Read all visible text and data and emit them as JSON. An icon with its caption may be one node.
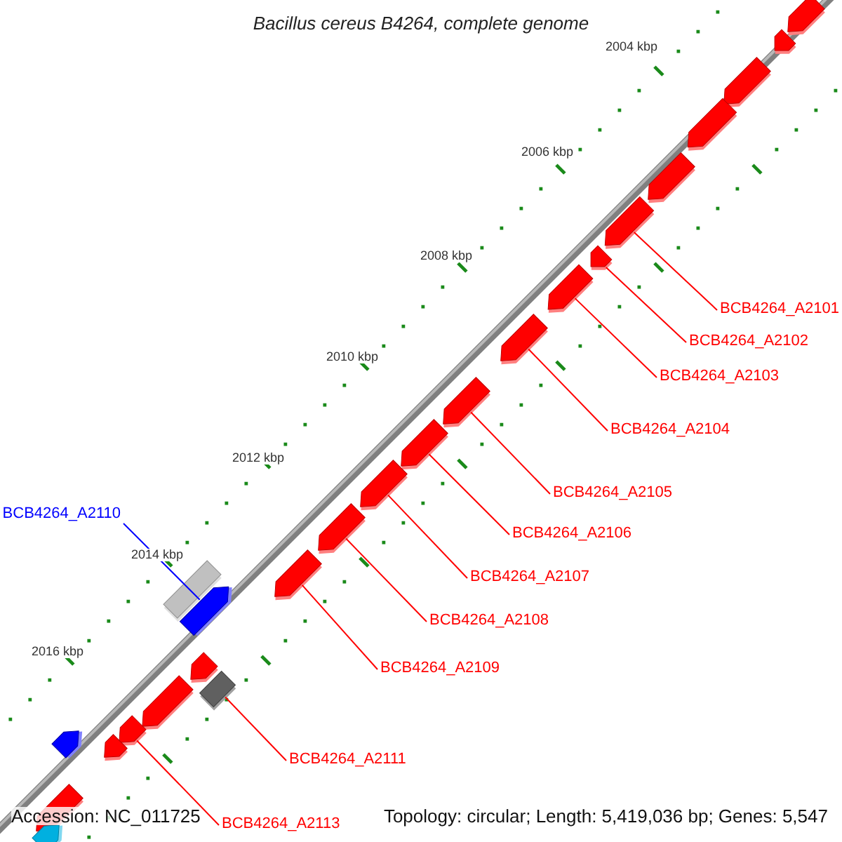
{
  "diagram": {
    "title": "Bacillus cereus B4264, complete genome",
    "nodes": [
      {
        "text": [],
        "shape": "pentagon"
      },
      {
        "text": [],
        "shape": "pentagon"
      },
      {
        "text": [],
        "shape": "pentagon"
      },
      {
        "text": [],
        "shape": "pentagon"
      },
      {
        "text": [],
        "shape": "pentagon"
      },
      {
        "text": [],
        "shape": "pentagon"
      },
      {
        "text": [],
        "shape": "pentagon"
      },
      {
        "text": [],
        "shape": "pentagon"
      },
      {
        "text": [],
        "shape": "pentagon"
      },
      {
        "text": [],
        "shape": "pentagon"
      },
      {
        "text": [],
        "shape": "pentagon"
      },
      {
        "text": [],
        "shape": "pentagon"
      },
      {
        "text": [],
        "shape": "pentagon"
      },
      {
        "text": [],
        "shape": "pentagon"
      },
      {
        "text": [],
        "shape": "box"
      },
      {
        "text": [],
        "shape": "pentagon"
      },
      {
        "text": [],
        "shape": "pentagon"
      },
      {
        "text": [],
        "shape": "box"
      },
      {
        "text": [],
        "shape": "pentagon"
      },
      {
        "text": [],
        "shape": "pentagon"
      },
      {
        "text": [],
        "shape": "pentagon"
      },
      {
        "text": [],
        "shape": "pentagon"
      },
      {
        "text": [],
        "shape": "pentagon"
      },
      {
        "text": [],
        "shape": "pentagon"
      },
      {
        "text": [
          "BCB4264_A2101"
        ]
      },
      {
        "text": [
          "BCB4264_A2102"
        ]
      },
      {
        "text": [
          "BCB4264_A2103"
        ]
      },
      {
        "text": [
          "BCB4264_A2104"
        ]
      },
      {
        "text": [
          "BCB4264_A2105"
        ]
      },
      {
        "text": [
          "BCB4264_A2106"
        ]
      },
      {
        "text": [
          "BCB4264_A2107"
        ]
      },
      {
        "text": [
          "BCB4264_A2108"
        ]
      },
      {
        "text": [
          "BCB4264_A2109"
        ]
      },
      {
        "text": [
          "BCB4264_A2110"
        ]
      },
      {
        "text": [
          "BCB4264_A2111"
        ]
      },
      {
        "text": [
          "BCB4264_A2113"
        ]
      }
    ],
    "edges": [
      {
        "from": 24,
        "to": 5,
        "arrow": "none"
      },
      {
        "from": 25,
        "to": 6,
        "arrow": "none"
      },
      {
        "from": 26,
        "to": 7,
        "arrow": "none"
      },
      {
        "from": 27,
        "to": 8,
        "arrow": "none"
      },
      {
        "from": 28,
        "to": 9,
        "arrow": "none"
      },
      {
        "from": 29,
        "to": 10,
        "arrow": "none"
      },
      {
        "from": 30,
        "to": 11,
        "arrow": "none"
      },
      {
        "from": 31,
        "to": 12,
        "arrow": "none"
      },
      {
        "from": 32,
        "to": 13,
        "arrow": "none"
      },
      {
        "from": 33,
        "to": 15,
        "arrow": "none",
        "color": "#0000ff"
      },
      {
        "from": 34,
        "to": 17,
        "arrow": "none"
      },
      {
        "from": 35,
        "to": 19,
        "arrow": "none"
      }
    ],
    "labels": [
      "2004 kbp",
      "2006 kbp",
      "2008 kbp",
      "2010 kbp",
      "2012 kbp",
      "2014 kbp",
      "2016 kbp",
      "Accession: NC_011725",
      "Topology: circular; Length: 5,419,036 bp; Genes: 5,547"
    ]
  }
}
